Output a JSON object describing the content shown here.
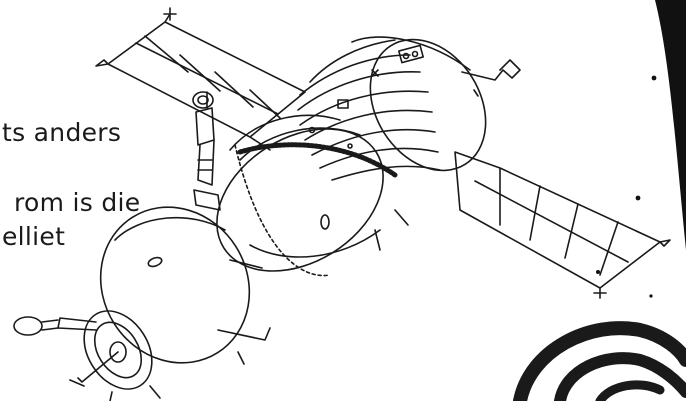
{
  "text_lines": [
    "ts anders",
    "rom is die",
    "elliet"
  ],
  "colors": {
    "ink": "#1a1a1a",
    "background": "#ffffff"
  },
  "illustration": {
    "name": "satellite-illustration"
  }
}
